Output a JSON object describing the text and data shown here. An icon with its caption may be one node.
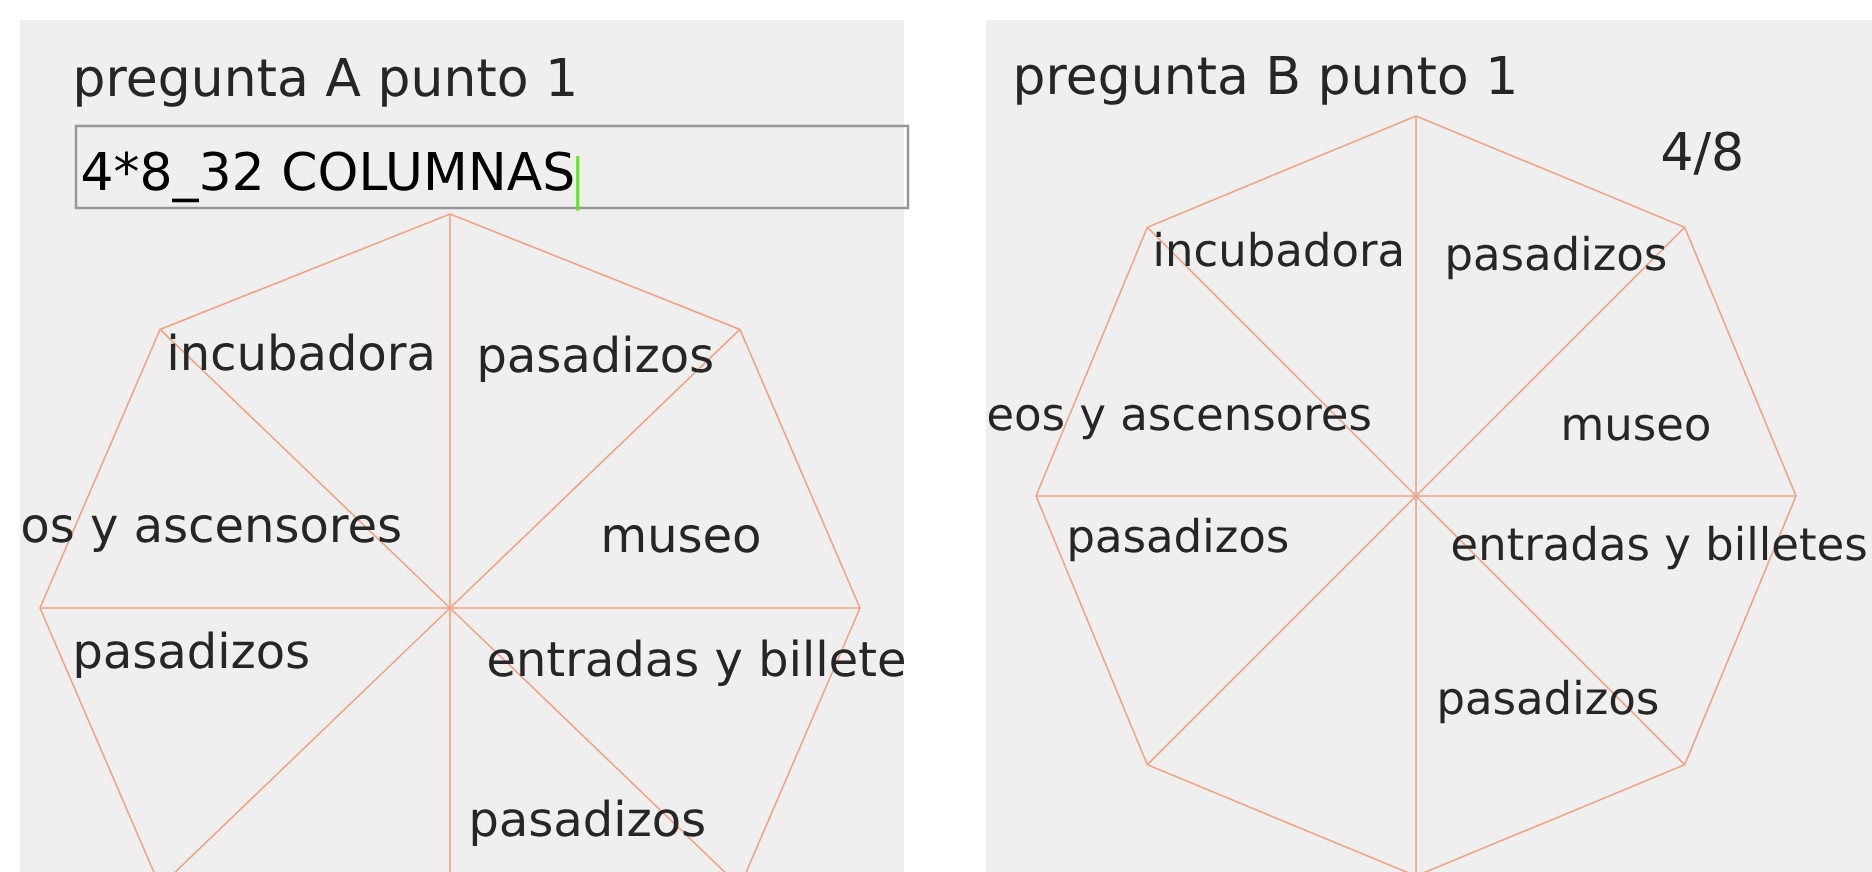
{
  "diagram": {
    "nodes": [
      {
        "text": [
          "4*8_32 COLUMNAS"
        ]
      }
    ],
    "labels": [
      "pregunta A punto 1",
      "incubadora",
      "pasadizos",
      "os y ascensores",
      "museo",
      "pasadizos",
      "entradas y billete",
      "pasadizos",
      "pregunta B punto 1",
      "4/8",
      "incubadora",
      "pasadizos",
      "eos y ascensores",
      "museo",
      "pasadizos",
      "entradas y billetes",
      "pasadizos"
    ]
  }
}
